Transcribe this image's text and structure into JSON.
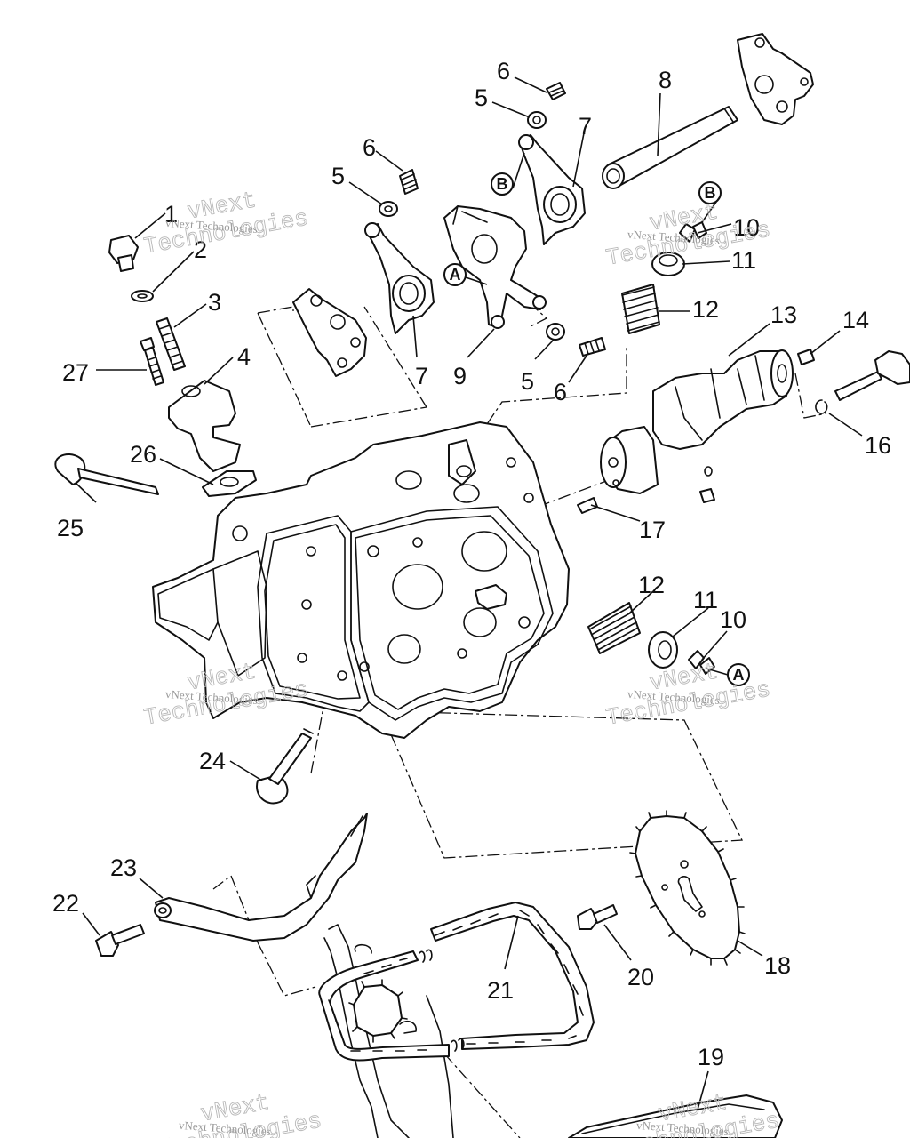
{
  "watermark": {
    "line1": "vNext",
    "line2": "Technologies",
    "small": "vNext Technologies"
  },
  "callouts": {
    "c1": "1",
    "c2": "2",
    "c3": "3",
    "c4": "4",
    "c5a": "5",
    "c5b": "5",
    "c5c": "5",
    "c6a": "6",
    "c6b": "6",
    "c6c": "6",
    "c7a": "7",
    "c7b": "7",
    "c8": "8",
    "c9": "9",
    "c10a": "10",
    "c10b": "10",
    "c11a": "11",
    "c11b": "11",
    "c12a": "12",
    "c12b": "12",
    "c13": "13",
    "c14": "14",
    "c16": "16",
    "c17": "17",
    "c18": "18",
    "c19": "19",
    "c20": "20",
    "c21": "21",
    "c22": "22",
    "c23": "23",
    "c24": "24",
    "c25": "25",
    "c26": "26",
    "c27": "27"
  },
  "reference_markers": {
    "a1": "A",
    "a2": "A",
    "b1": "B",
    "b2": "B"
  }
}
